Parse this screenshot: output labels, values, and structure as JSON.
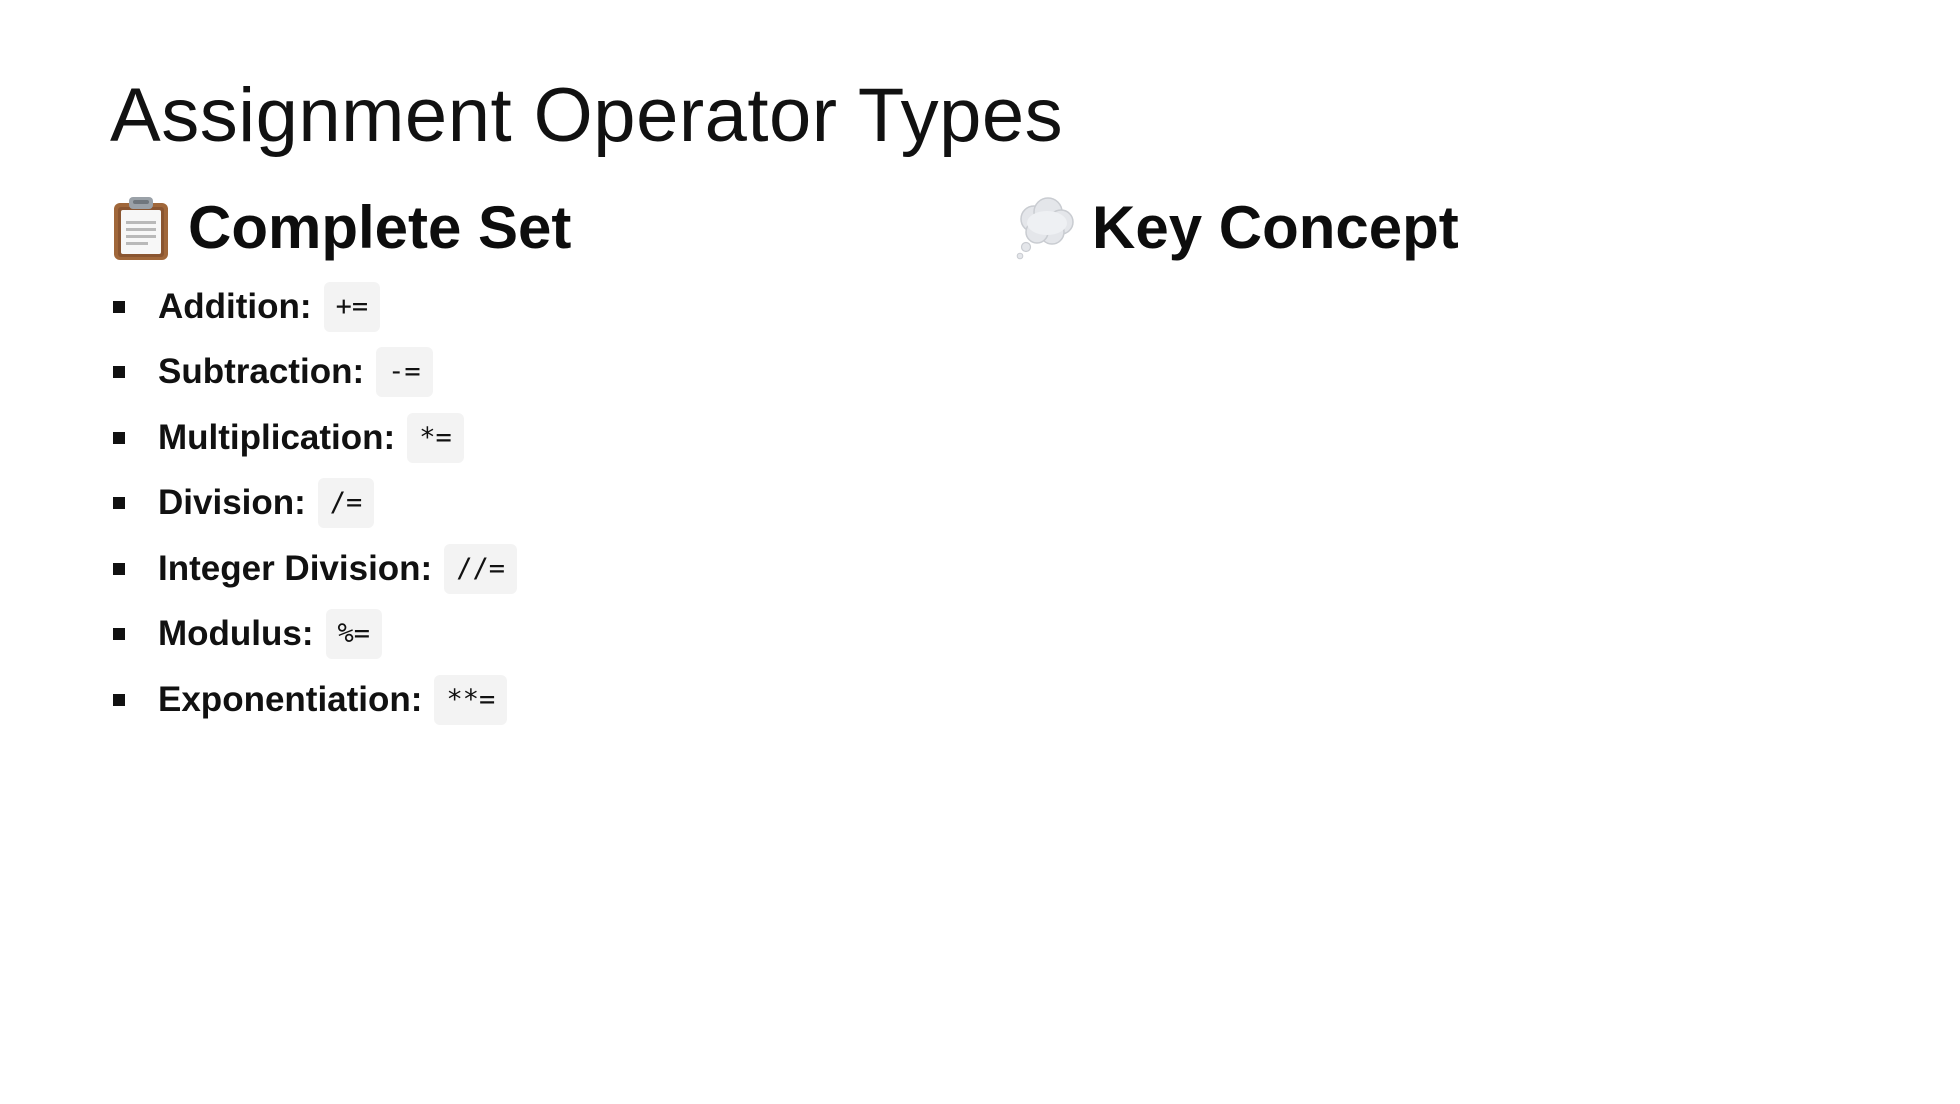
{
  "slide": {
    "title": "Assignment Operator Types"
  },
  "left_column": {
    "heading": "Complete Set",
    "heading_icon": "clipboard-icon",
    "items": [
      {
        "label": "Addition:",
        "code": "+="
      },
      {
        "label": "Subtraction:",
        "code": "-="
      },
      {
        "label": "Multiplication:",
        "code": "*="
      },
      {
        "label": "Division:",
        "code": "/="
      },
      {
        "label": "Integer Division:",
        "code": "//="
      },
      {
        "label": "Modulus:",
        "code": "%="
      },
      {
        "label": "Exponentiation:",
        "code": "**="
      }
    ]
  },
  "right_column": {
    "heading": "Key Concept",
    "heading_icon": "thought-balloon-icon"
  },
  "colors": {
    "text": "#111111",
    "code_background": "#f3f3f3",
    "background": "#ffffff"
  }
}
